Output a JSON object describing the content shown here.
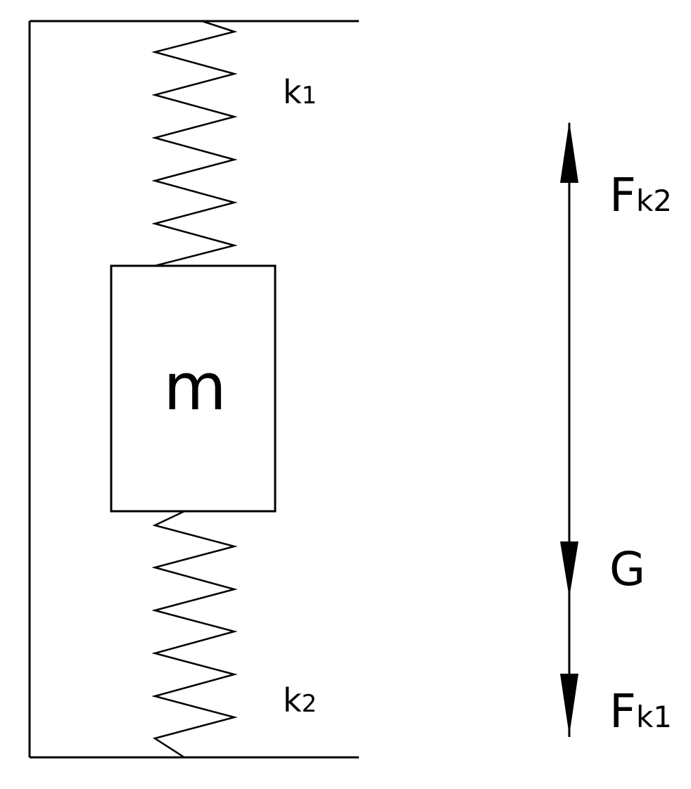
{
  "diagram": {
    "mass_label": "m",
    "spring_top_label": {
      "main": "k",
      "sub": "1"
    },
    "spring_bottom_label": {
      "main": "k",
      "sub": "2"
    },
    "forces": {
      "up": {
        "main": "F",
        "sub": "k2"
      },
      "gravity": {
        "main": "G"
      },
      "down": {
        "main": "F",
        "sub": "k1"
      }
    },
    "line_color": "#000000",
    "background": "#ffffff"
  }
}
